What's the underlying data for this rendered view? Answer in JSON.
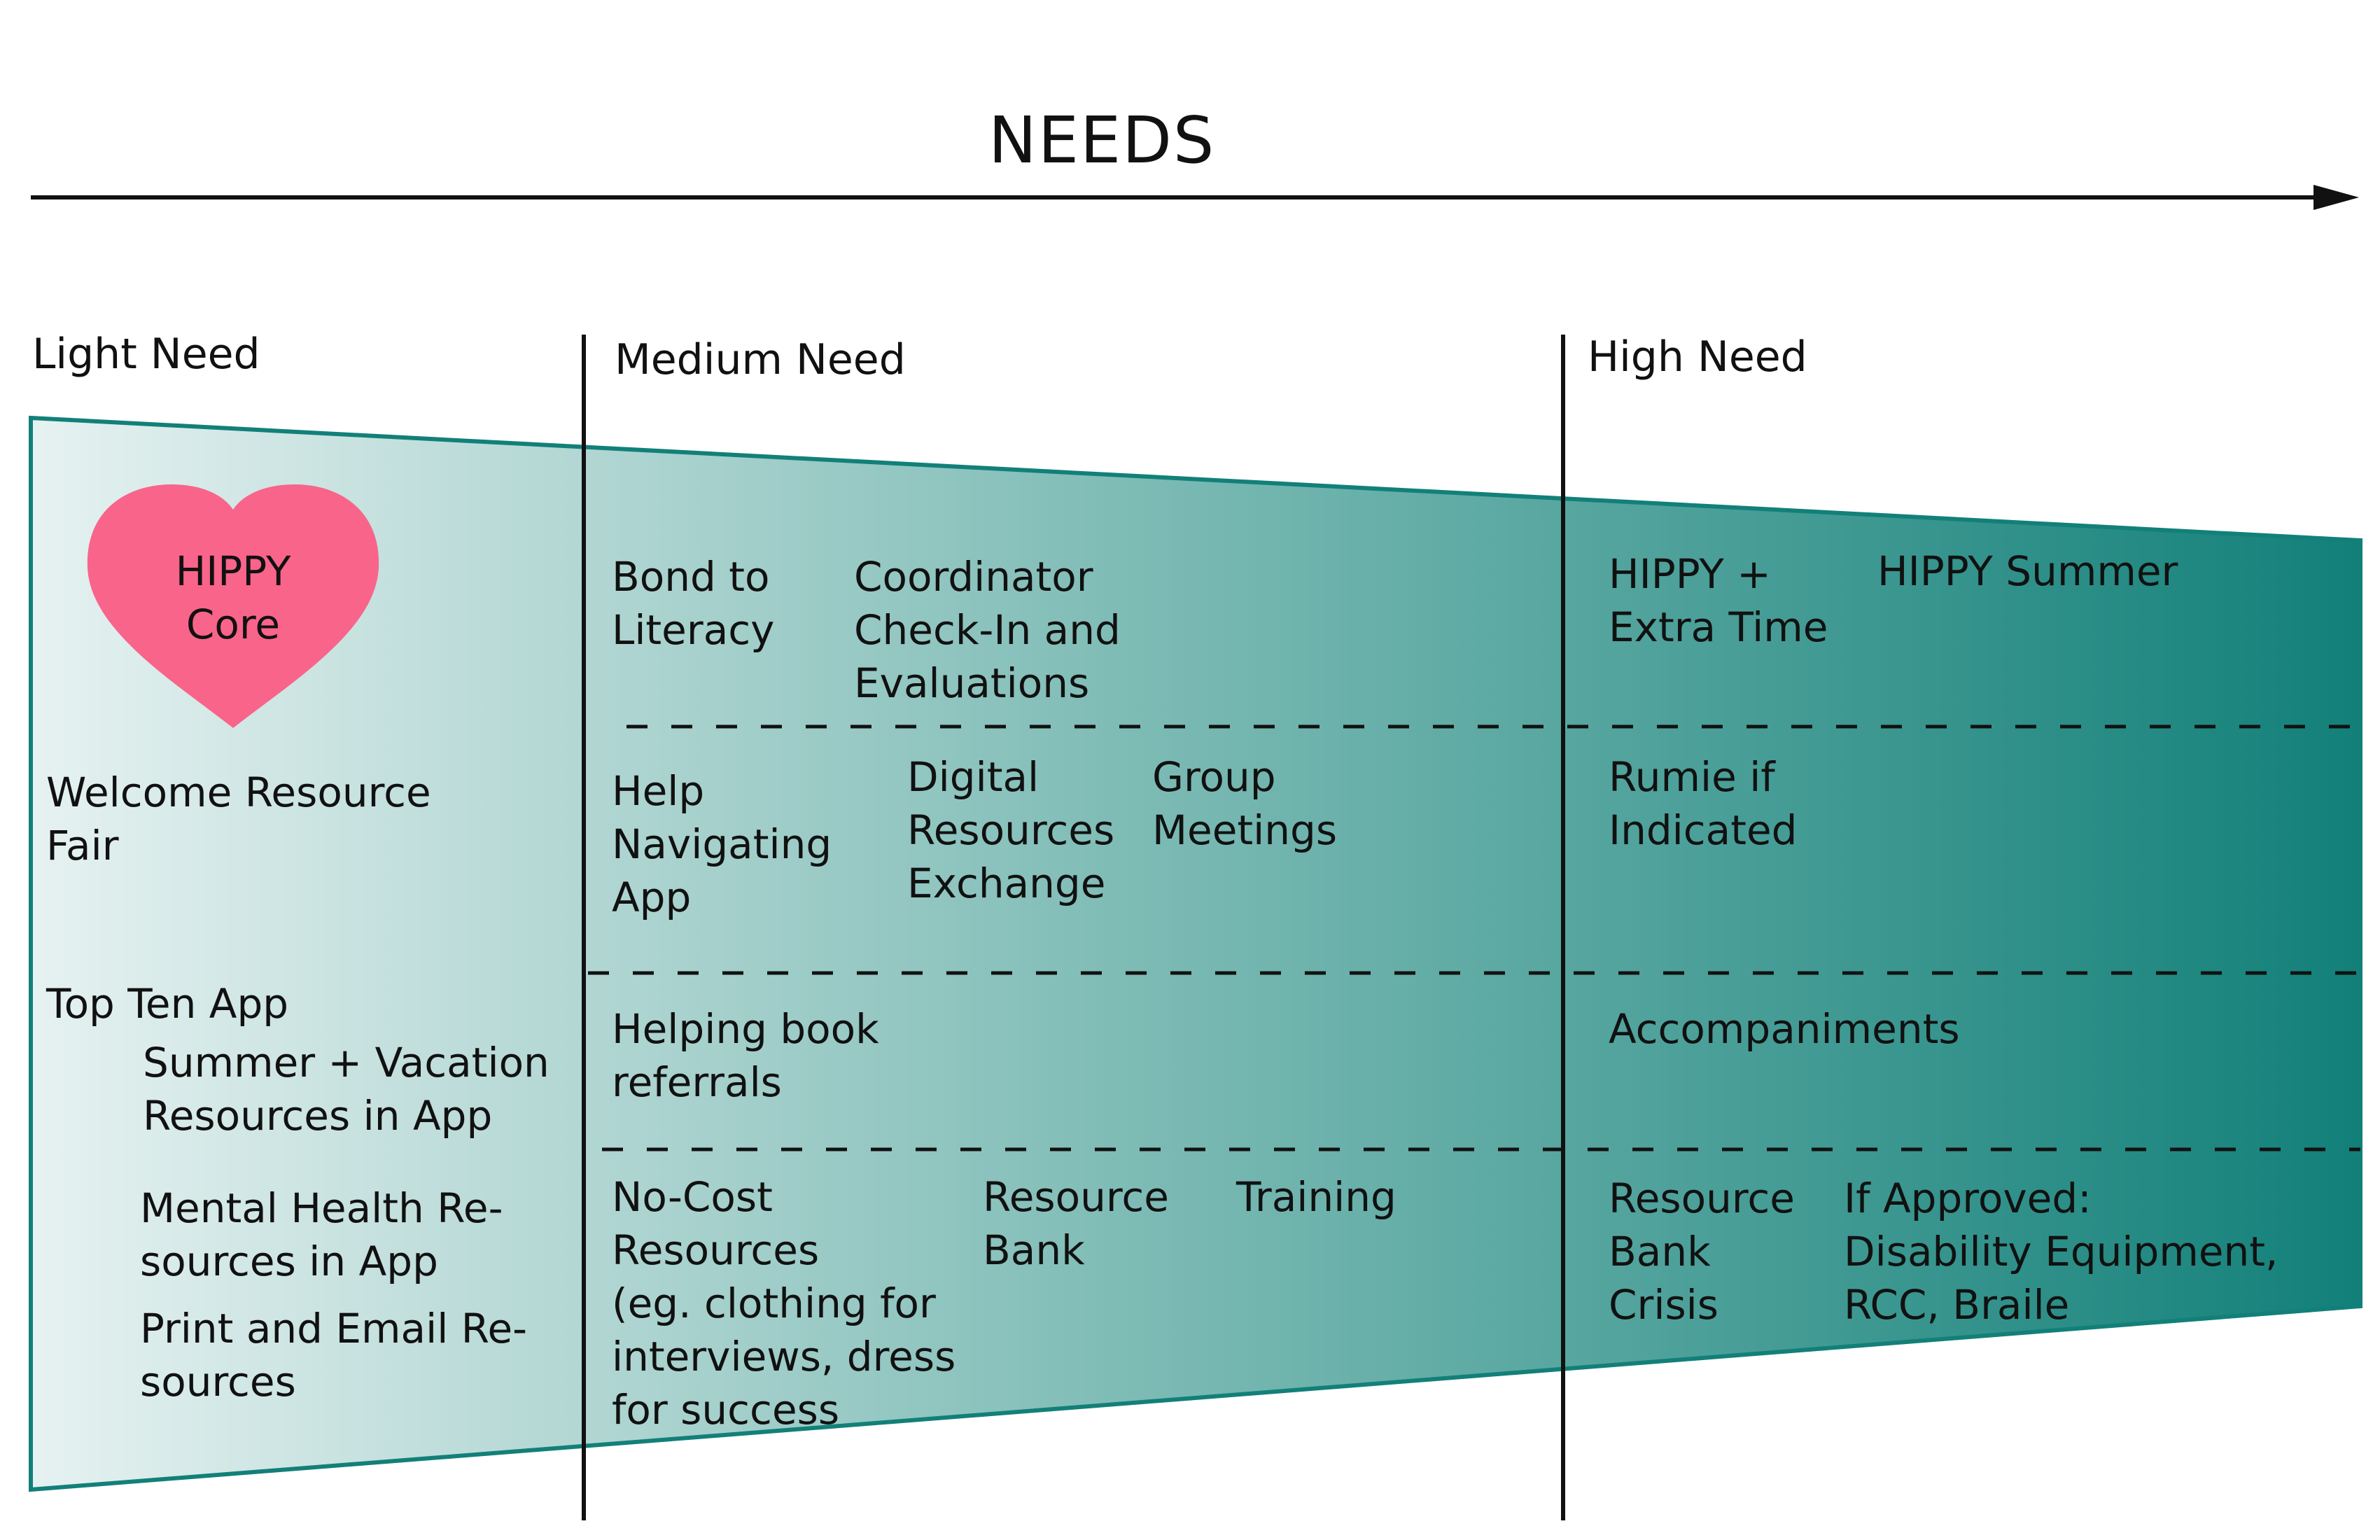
{
  "title": "NEEDS",
  "columns": [
    {
      "id": "light",
      "label": "Light Need"
    },
    {
      "id": "medium",
      "label": "Medium Need"
    },
    {
      "id": "high",
      "label": "High Need"
    }
  ],
  "colors": {
    "band_light": "#e6f2f1",
    "band_dark": "#128079",
    "heart": "#f9648a",
    "lines": "#111111"
  },
  "heart": {
    "label": "HIPPY\nCore",
    "icon": "heart-icon"
  },
  "light_items": [
    {
      "id": "welcome",
      "label": "Welcome Resource\nFair"
    },
    {
      "id": "top-ten",
      "label": "Top Ten App"
    },
    {
      "id": "summer-vacation",
      "label": "Summer + Vacation\nResources in App"
    },
    {
      "id": "mental-health",
      "label": "Mental Health Re-\nsources in App"
    },
    {
      "id": "print-email",
      "label": "Print and Email Re-\nsources"
    }
  ],
  "medium_items": [
    {
      "id": "bond",
      "label": "Bond to\nLiteracy"
    },
    {
      "id": "coordinator",
      "label": "Coordinator\nCheck-In and\nEvaluations"
    },
    {
      "id": "help-app",
      "label": "Help\nNavigating\nApp"
    },
    {
      "id": "digital",
      "label": "Digital\nResources\nExchange"
    },
    {
      "id": "group",
      "label": "Group\nMeetings"
    },
    {
      "id": "book-referrals",
      "label": "Helping book\nreferrals"
    },
    {
      "id": "no-cost",
      "label": "No-Cost\nResources\n(eg. clothing for\ninterviews, dress\nfor success"
    },
    {
      "id": "resource-bank",
      "label": "Resource\nBank"
    },
    {
      "id": "training",
      "label": "Training"
    }
  ],
  "high_items": [
    {
      "id": "hippy-extra",
      "label": "HIPPY +\nExtra Time"
    },
    {
      "id": "hippy-summer",
      "label": "HIPPY Summer"
    },
    {
      "id": "rumie",
      "label": "Rumie if\nIndicated"
    },
    {
      "id": "accompaniments",
      "label": "Accompaniments"
    },
    {
      "id": "bank-crisis",
      "label": "Resource\nBank\nCrisis"
    },
    {
      "id": "if-approved",
      "label": "If Approved:\nDisability Equipment,\nRCC, Braile"
    }
  ]
}
